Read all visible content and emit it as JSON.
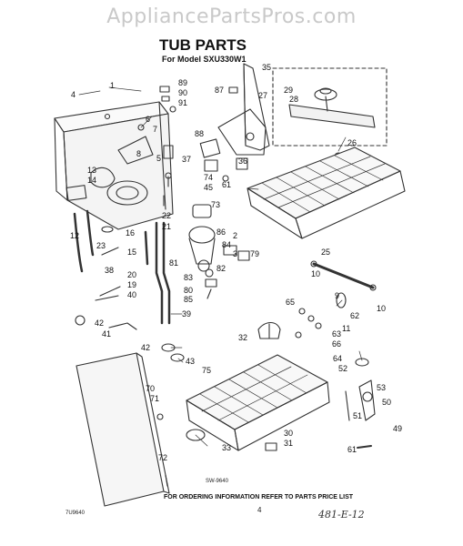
{
  "watermark": "AppliancePartsPros.com",
  "header": {
    "title": "TUB PARTS",
    "subtitle": "For Model SXU330W1"
  },
  "figure_code": "SW-9640",
  "left_code": "7U9640",
  "footer": {
    "ordering_note": "FOR ORDERING INFORMATION REFER TO PARTS PRICE LIST",
    "page_number": "4"
  },
  "handwritten_note": "481-E-12",
  "callouts": [
    {
      "id": "c89",
      "label": "89"
    },
    {
      "id": "c90",
      "label": "90"
    },
    {
      "id": "c91",
      "label": "91"
    },
    {
      "id": "c4",
      "label": "4"
    },
    {
      "id": "c1",
      "label": "1"
    },
    {
      "id": "c6",
      "label": "6"
    },
    {
      "id": "c7",
      "label": "7"
    },
    {
      "id": "c8",
      "label": "8"
    },
    {
      "id": "c5",
      "label": "5"
    },
    {
      "id": "c13",
      "label": "13"
    },
    {
      "id": "c14",
      "label": "14"
    },
    {
      "id": "c22",
      "label": "22"
    },
    {
      "id": "c21",
      "label": "21"
    },
    {
      "id": "c12",
      "label": "12"
    },
    {
      "id": "c23",
      "label": "23"
    },
    {
      "id": "c16",
      "label": "16"
    },
    {
      "id": "c15",
      "label": "15"
    },
    {
      "id": "c38",
      "label": "38"
    },
    {
      "id": "c20",
      "label": "20"
    },
    {
      "id": "c19",
      "label": "19"
    },
    {
      "id": "c40",
      "label": "40"
    },
    {
      "id": "c42a",
      "label": "42"
    },
    {
      "id": "c41",
      "label": "41"
    },
    {
      "id": "c39",
      "label": "39"
    },
    {
      "id": "c42b",
      "label": "42"
    },
    {
      "id": "c43",
      "label": "43"
    },
    {
      "id": "c87",
      "label": "87"
    },
    {
      "id": "c35",
      "label": "35"
    },
    {
      "id": "c27",
      "label": "27"
    },
    {
      "id": "c29",
      "label": "29"
    },
    {
      "id": "c28",
      "label": "28"
    },
    {
      "id": "c26",
      "label": "26"
    },
    {
      "id": "c88",
      "label": "88"
    },
    {
      "id": "c37",
      "label": "37"
    },
    {
      "id": "c74",
      "label": "74"
    },
    {
      "id": "c45",
      "label": "45"
    },
    {
      "id": "c36",
      "label": "36"
    },
    {
      "id": "c61a",
      "label": "61"
    },
    {
      "id": "c73",
      "label": "73"
    },
    {
      "id": "c86",
      "label": "86"
    },
    {
      "id": "c2",
      "label": "2"
    },
    {
      "id": "c84",
      "label": "84"
    },
    {
      "id": "c3",
      "label": "3"
    },
    {
      "id": "c79",
      "label": "79"
    },
    {
      "id": "c81",
      "label": "81"
    },
    {
      "id": "c82",
      "label": "82"
    },
    {
      "id": "c83",
      "label": "83"
    },
    {
      "id": "c80",
      "label": "80"
    },
    {
      "id": "c85",
      "label": "85"
    },
    {
      "id": "c25",
      "label": "25"
    },
    {
      "id": "c10a",
      "label": "10"
    },
    {
      "id": "c9",
      "label": "9"
    },
    {
      "id": "c65",
      "label": "65"
    },
    {
      "id": "c62",
      "label": "62"
    },
    {
      "id": "c11",
      "label": "11"
    },
    {
      "id": "c10b",
      "label": "10"
    },
    {
      "id": "c63",
      "label": "63"
    },
    {
      "id": "c66",
      "label": "66"
    },
    {
      "id": "c64",
      "label": "64"
    },
    {
      "id": "c52",
      "label": "52"
    },
    {
      "id": "c32",
      "label": "32"
    },
    {
      "id": "c75",
      "label": "75"
    },
    {
      "id": "c53",
      "label": "53"
    },
    {
      "id": "c50",
      "label": "50"
    },
    {
      "id": "c51",
      "label": "51"
    },
    {
      "id": "c49",
      "label": "49"
    },
    {
      "id": "c70",
      "label": "70"
    },
    {
      "id": "c71",
      "label": "71"
    },
    {
      "id": "c30",
      "label": "30"
    },
    {
      "id": "c31",
      "label": "31"
    },
    {
      "id": "c33",
      "label": "33"
    },
    {
      "id": "c72",
      "label": "72"
    },
    {
      "id": "c61b",
      "label": "61"
    }
  ]
}
